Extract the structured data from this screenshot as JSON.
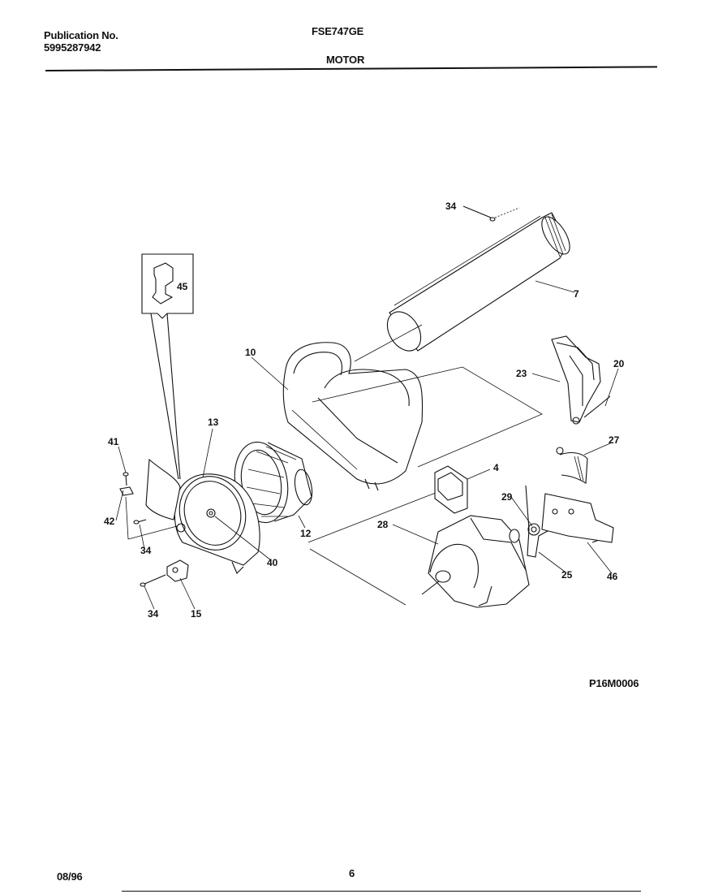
{
  "header": {
    "publication_label": "Publication No.",
    "publication_number": "5995287942",
    "model": "FSE747GE",
    "section_title": "MOTOR"
  },
  "diagram": {
    "code": "P16M0006",
    "callouts": [
      {
        "id": "c34a",
        "label": "34"
      },
      {
        "id": "c7",
        "label": "7"
      },
      {
        "id": "c45",
        "label": "45"
      },
      {
        "id": "c10",
        "label": "10"
      },
      {
        "id": "c23",
        "label": "23"
      },
      {
        "id": "c20",
        "label": "20"
      },
      {
        "id": "c13",
        "label": "13"
      },
      {
        "id": "c41",
        "label": "41"
      },
      {
        "id": "c27",
        "label": "27"
      },
      {
        "id": "c4",
        "label": "4"
      },
      {
        "id": "c29",
        "label": "29"
      },
      {
        "id": "c42",
        "label": "42"
      },
      {
        "id": "c28",
        "label": "28"
      },
      {
        "id": "c12",
        "label": "12"
      },
      {
        "id": "c34b",
        "label": "34"
      },
      {
        "id": "c40",
        "label": "40"
      },
      {
        "id": "c25",
        "label": "25"
      },
      {
        "id": "c46",
        "label": "46"
      },
      {
        "id": "c34c",
        "label": "34"
      },
      {
        "id": "c15",
        "label": "15"
      }
    ]
  },
  "footer": {
    "date": "08/96",
    "page": "6"
  }
}
